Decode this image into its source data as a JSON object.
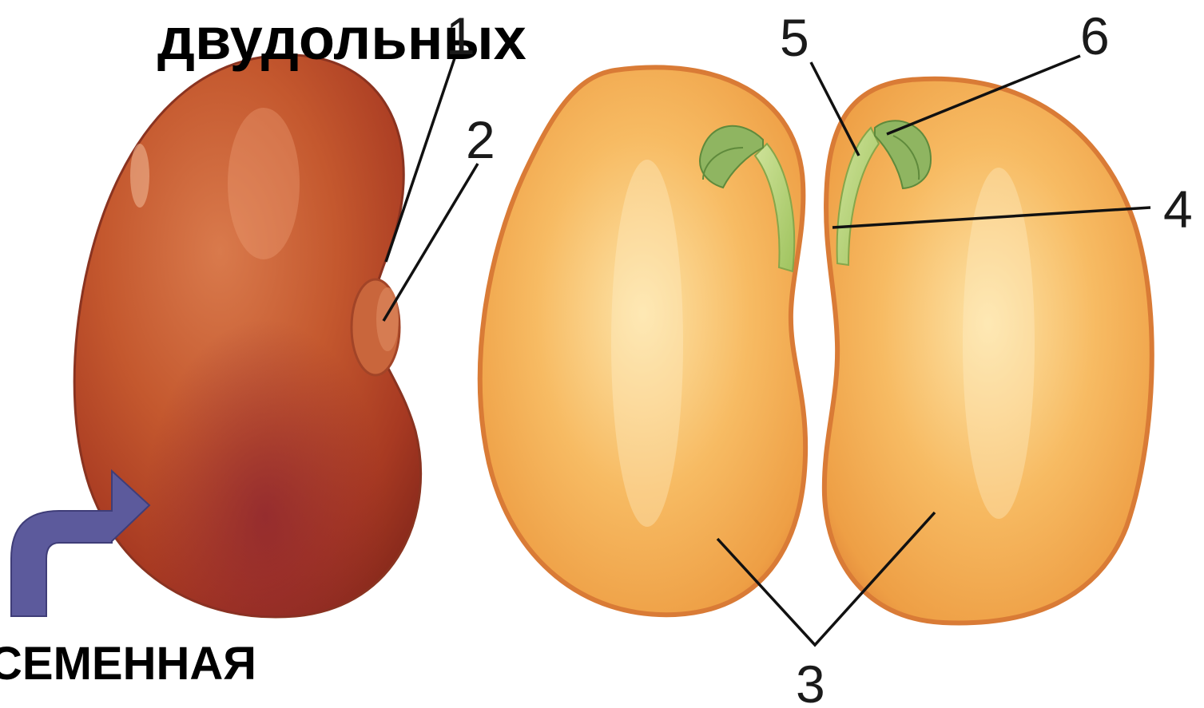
{
  "heading": "двудольных",
  "caption": "СЕМЕННАЯ",
  "labels": {
    "n1": "1",
    "n2": "2",
    "n3": "3",
    "n4": "4",
    "n5": "5",
    "n6": "6"
  },
  "colors": {
    "seed_coat": "#b84a25",
    "cotyledon": "#f2ad52",
    "embryo": "#b7d47a",
    "arrow": "#5c5a9c",
    "leader_line": "#111111"
  }
}
